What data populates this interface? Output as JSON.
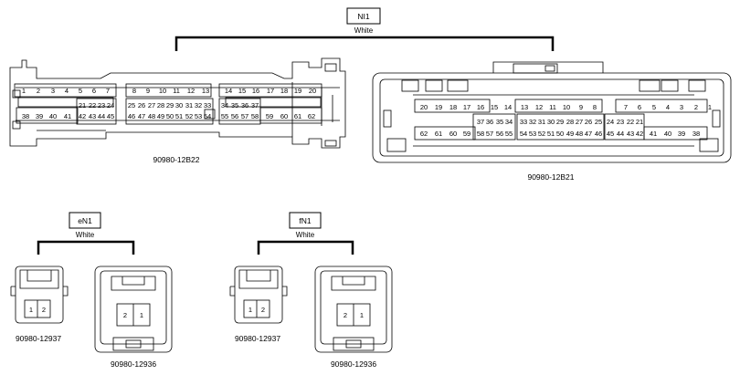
{
  "connectors": {
    "ni1": {
      "tag": "NI1",
      "color": "White",
      "left": {
        "part": "90980-12B22",
        "rows": [
          [
            "1",
            "2",
            "3",
            "4",
            "5",
            "6",
            "7",
            "8",
            "9",
            "10",
            "11",
            "12",
            "13",
            "14",
            "15",
            "16",
            "17",
            "18",
            "19",
            "20"
          ],
          [
            "21",
            "22",
            "23",
            "24",
            "25",
            "26",
            "27",
            "28",
            "29",
            "30",
            "31",
            "32",
            "33",
            "34",
            "35",
            "36",
            "37"
          ],
          [
            "38",
            "39",
            "40",
            "41",
            "42",
            "43",
            "44",
            "45",
            "46",
            "47",
            "48",
            "49",
            "50",
            "51",
            "52",
            "53",
            "54",
            "55",
            "56",
            "57",
            "58",
            "59",
            "60",
            "61",
            "62"
          ]
        ]
      },
      "right": {
        "part": "90980-12B21",
        "rows": [
          [
            "20",
            "19",
            "18",
            "17",
            "16",
            "15",
            "14",
            "13",
            "12",
            "11",
            "10",
            "9",
            "8",
            "7",
            "6",
            "5",
            "4",
            "3",
            "2",
            "1"
          ],
          [
            "37",
            "36",
            "35",
            "34",
            "33",
            "32",
            "31",
            "30",
            "29",
            "28",
            "27",
            "26",
            "25",
            "24",
            "23",
            "22",
            "21"
          ],
          [
            "62",
            "61",
            "60",
            "59",
            "58",
            "57",
            "56",
            "55",
            "54",
            "53",
            "52",
            "51",
            "50",
            "49",
            "48",
            "47",
            "46",
            "45",
            "44",
            "43",
            "42",
            "41",
            "40",
            "39",
            "38"
          ]
        ]
      }
    },
    "en1": {
      "tag": "eN1",
      "color": "White",
      "left": {
        "part": "90980-12937",
        "pins": [
          "1",
          "2"
        ]
      },
      "right": {
        "part": "90980-12936",
        "pins": [
          "2",
          "1"
        ]
      }
    },
    "fn1": {
      "tag": "fN1",
      "color": "White",
      "left": {
        "part": "90980-12937",
        "pins": [
          "1",
          "2"
        ]
      },
      "right": {
        "part": "90980-12936",
        "pins": [
          "2",
          "1"
        ]
      }
    }
  }
}
